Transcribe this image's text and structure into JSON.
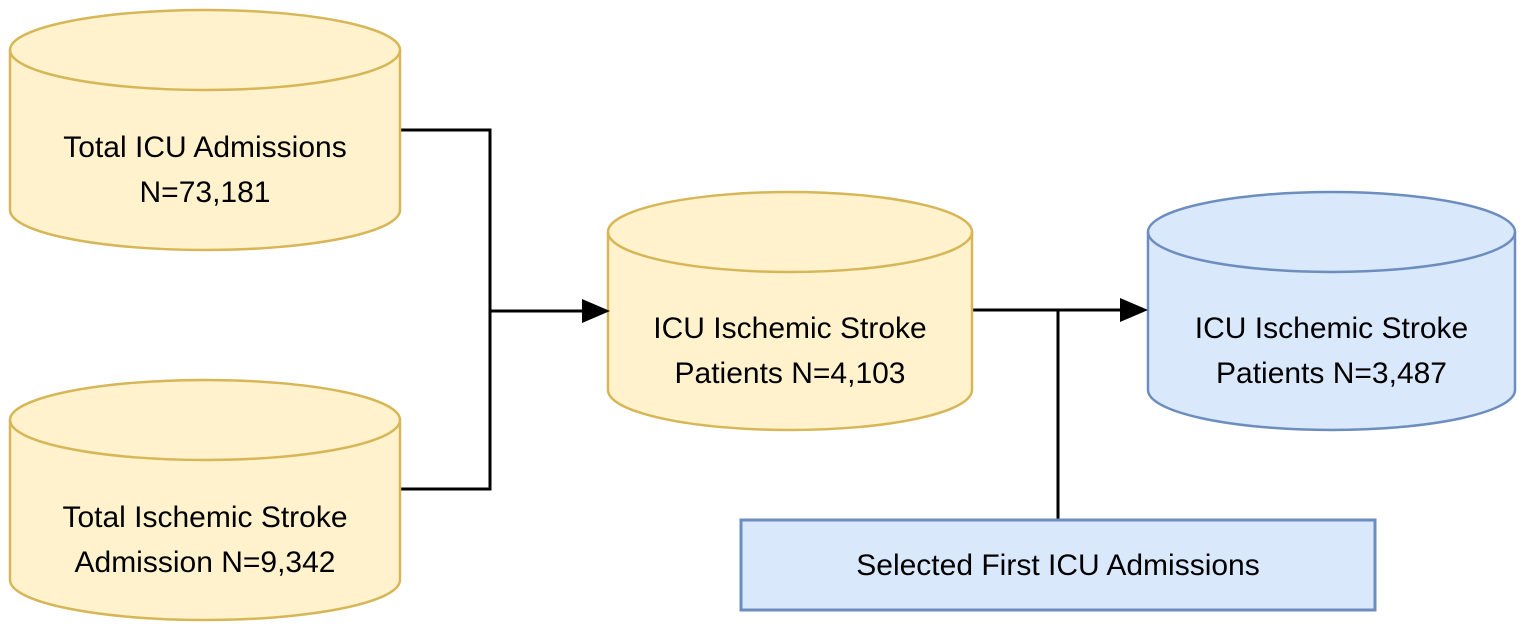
{
  "diagram": {
    "background": "#FFFFFF",
    "colors": {
      "yellow_fill": "#FFF2CC",
      "yellow_stroke": "#D6B656",
      "blue_fill": "#DAE8FC",
      "blue_stroke": "#6C8EBF",
      "connector": "#000000",
      "text": "#000000"
    },
    "nodes": {
      "total_icu_admissions": {
        "shape": "cylinder",
        "color": "yellow",
        "lines": [
          "Total ICU Admissions",
          "N=73,181"
        ]
      },
      "total_ischemic_stroke_admissions": {
        "shape": "cylinder",
        "color": "yellow",
        "lines": [
          "Total Ischemic Stroke",
          "Admission N=9,342"
        ]
      },
      "icu_ischemic_stroke_patients": {
        "shape": "cylinder",
        "color": "yellow",
        "lines": [
          "ICU Ischemic Stroke",
          "Patients N=4,103"
        ]
      },
      "icu_ischemic_stroke_first_admissions": {
        "shape": "cylinder",
        "color": "blue",
        "lines": [
          "ICU Ischemic Stroke",
          "Patients N=3,487"
        ]
      },
      "selected_first_icu_admissions": {
        "shape": "rectangle",
        "color": "blue",
        "label": "Selected First ICU Admissions"
      }
    }
  }
}
